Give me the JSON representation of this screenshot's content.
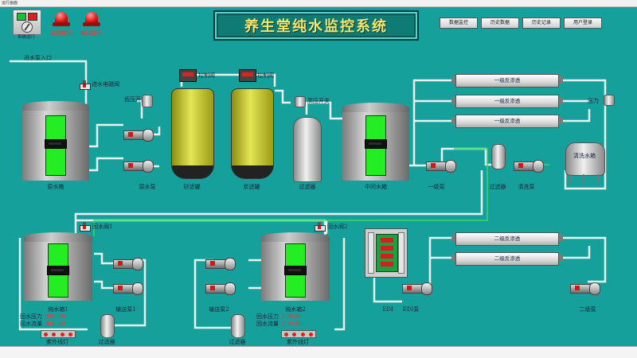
{
  "window": {
    "title": "运行画面"
  },
  "header": {
    "title": "养生堂纯水监控系统",
    "run_button_label": "系统运行",
    "auto_lamp_label": "自动指示",
    "fault_lamp_label": "故障指示",
    "nav": [
      "数据监控",
      "历史数据",
      "历史记录",
      "用户登录"
    ]
  },
  "labels": {
    "raw_water_inlet": "进水泵入口",
    "inlet_valve": "进水电磁阀",
    "low_pressure": "低压开关",
    "high_pressure": "高压开关",
    "raw_tank": "原水箱",
    "raw_pump": "原水泵",
    "sand_filter": "砂滤罐",
    "carbon_filter": "炭滤罐",
    "valve_a": "控制阀",
    "valve_b": "控制阀",
    "filter": "过滤器",
    "mid_tank": "中间水箱",
    "stage1_pump": "一级泵",
    "ro_pressure": "压力",
    "ro1": "一级反渗透",
    "filter2": "过滤器",
    "clean_pump": "清洗泵",
    "clean_tank": "清洗水箱",
    "return_valve_1": "回水阀1",
    "return_valve_2": "回水阀2",
    "pure_tank_1": "纯水箱1",
    "pure_tank_2": "纯水箱2",
    "transfer_pump_1": "输送泵1",
    "transfer_pump_2": "输送泵2",
    "edi": "EDI",
    "edi_pump": "EDI泵",
    "stage2_pump": "二级泵",
    "ro2": "二级反渗透",
    "uv_lamp": "紫外线灯",
    "filter3": "过滤器",
    "return_pressure": "回水压力",
    "return_flow": "回水流量"
  },
  "readouts": {
    "p1_pressure": "000.00",
    "p1_flow": "000.00",
    "p2_pressure": "000.00",
    "p2_flow": "000.00"
  },
  "colors": {
    "background": "#16a09b",
    "title_text": "#f6e76a",
    "level": "#22ee22",
    "pipe": "#e8f2ee",
    "lamp": "#e41b1b"
  }
}
